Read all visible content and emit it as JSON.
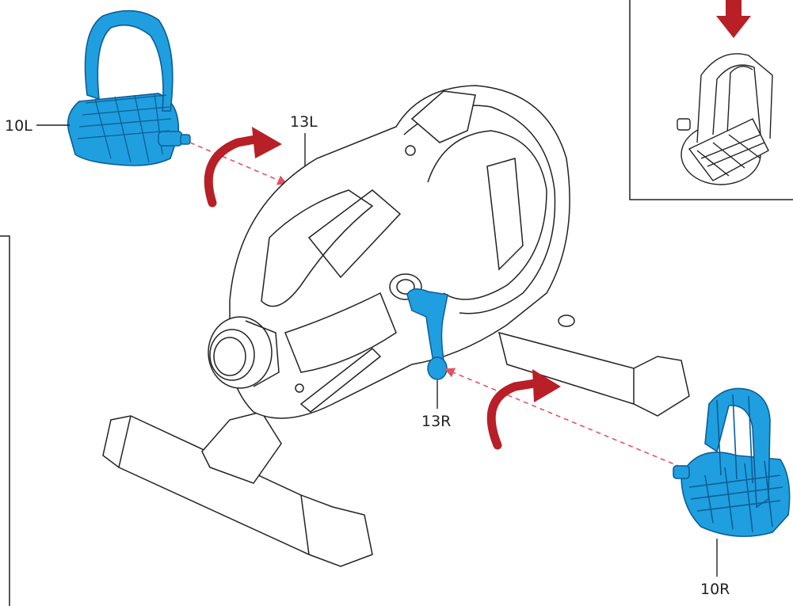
{
  "labels": {
    "pedal_left": "10L",
    "pedal_right": "10R",
    "crank_left": "13L",
    "crank_right": "13R"
  },
  "colors": {
    "part_highlight": "#1f9fe0",
    "part_highlight_dark": "#0d5d94",
    "arrow_red": "#b81f26",
    "dashed_guide": "#e05560",
    "line_art": "#222222"
  },
  "icons": [
    "down-arrow-icon",
    "rotate-arrow-icon"
  ]
}
